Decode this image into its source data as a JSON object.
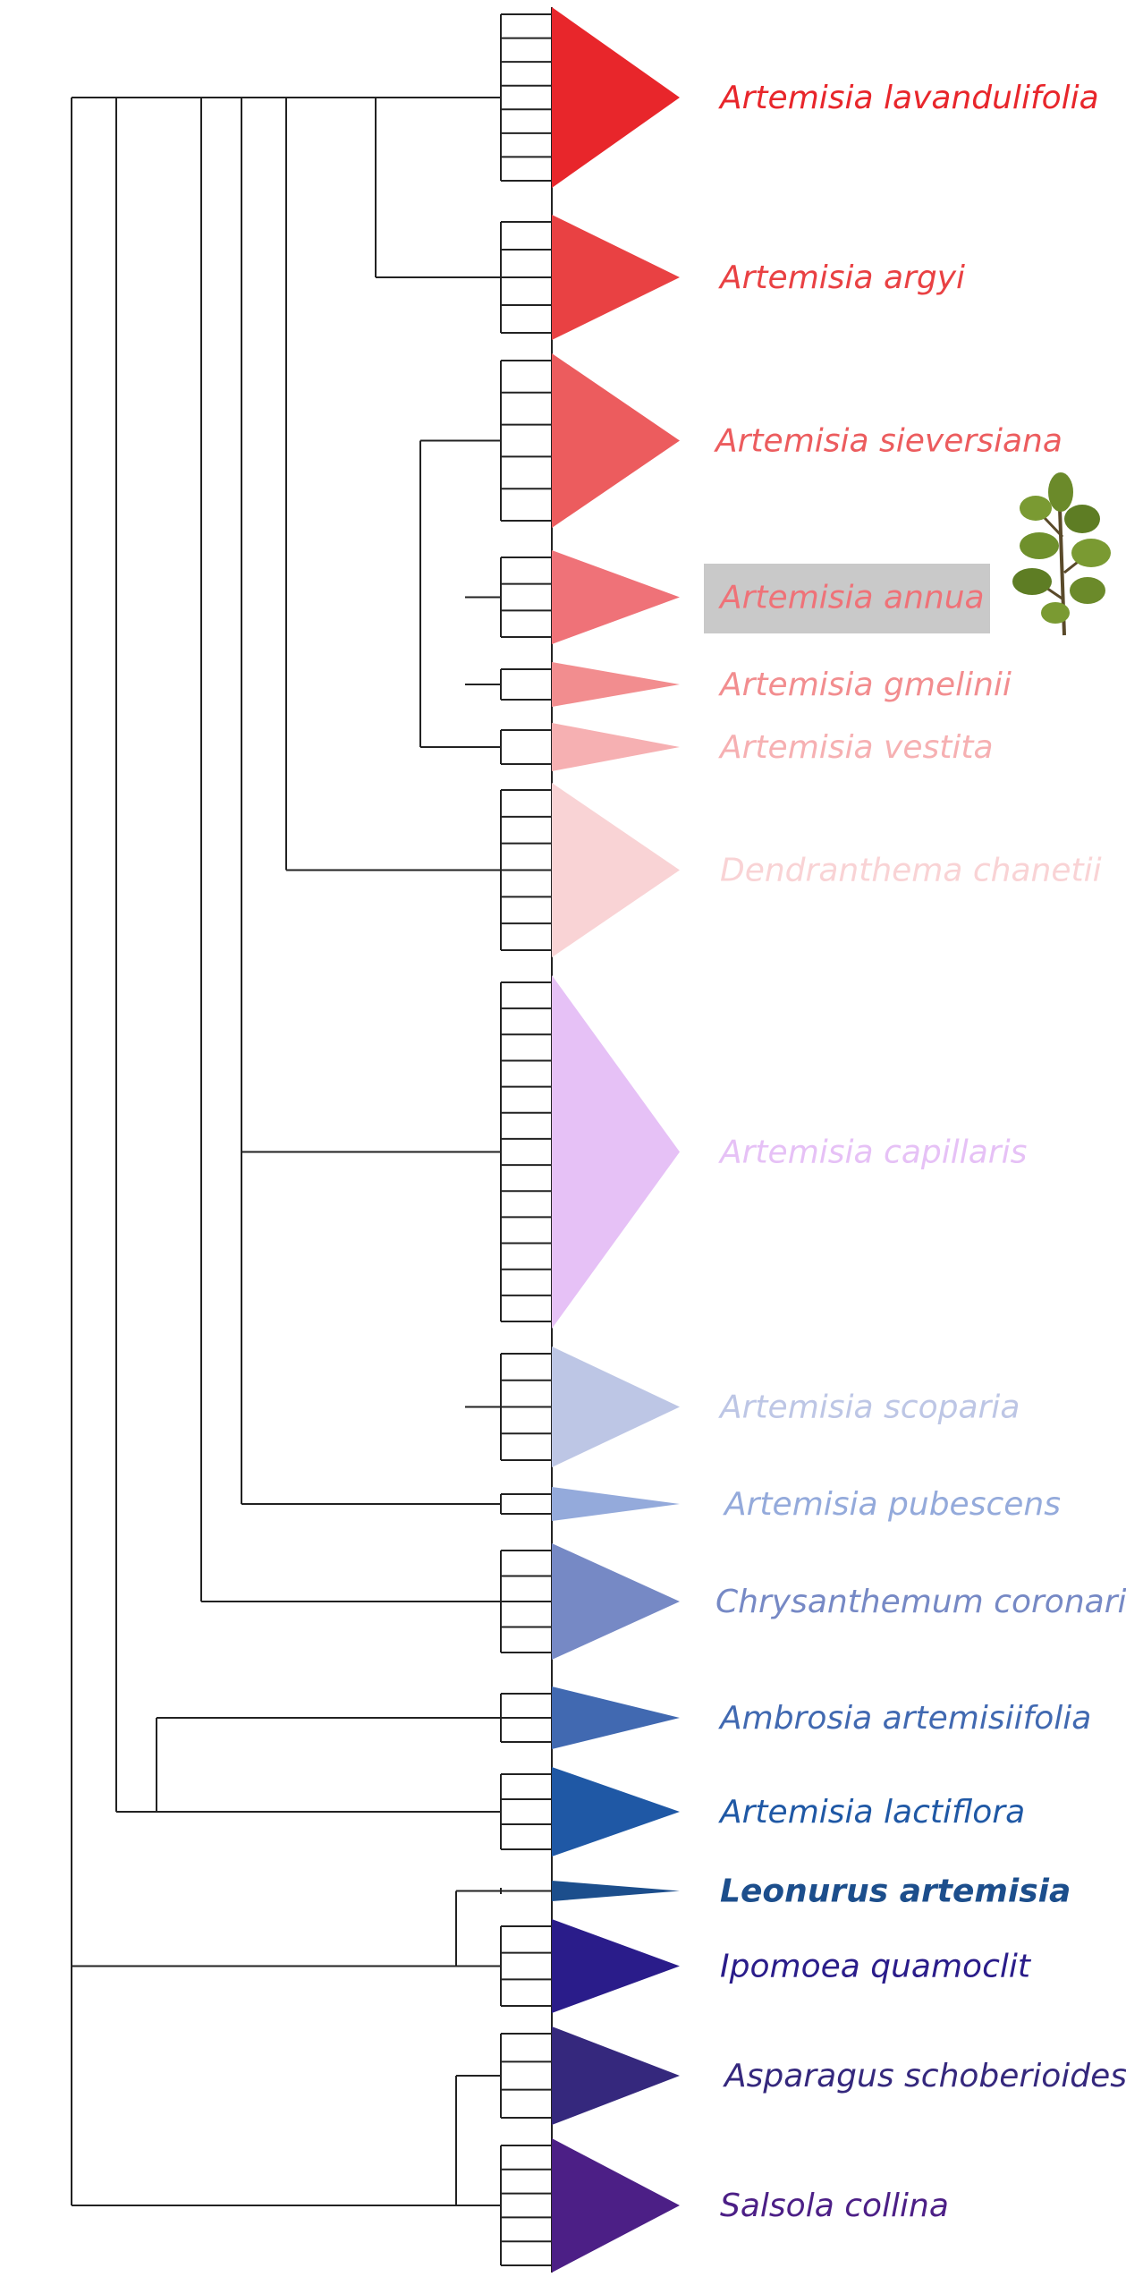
{
  "highlighted_taxon": "Artemisia annua",
  "taxa": [
    {
      "name": "Artemisia lavandulifolia",
      "color": "#e8262b",
      "leaves": 8
    },
    {
      "name": "Artemisia argyi",
      "color": "#e94143",
      "leaves": 5
    },
    {
      "name": "Artemisia sieversiana",
      "color": "#ec5c5e",
      "leaves": 6
    },
    {
      "name": "Artemisia annua",
      "color": "#ef7278",
      "leaves": 4
    },
    {
      "name": "Artemisia gmelinii",
      "color": "#f28d8f",
      "leaves": 2
    },
    {
      "name": "Artemisia vestita",
      "color": "#f6b0b2",
      "leaves": 2
    },
    {
      "name": "Dendranthema chanetii",
      "color": "#f9d3d5",
      "leaves": 7
    },
    {
      "name": "Artemisia capillaris",
      "color": "#e6c1f6",
      "leaves": 14
    },
    {
      "name": "Artemisia scoparia",
      "color": "#bdc6e5",
      "leaves": 5
    },
    {
      "name": "Artemisia pubescens",
      "color": "#94aadb",
      "leaves": 2
    },
    {
      "name": "Chrysanthemum coronarium",
      "color": "#7689c5",
      "leaves": 5
    },
    {
      "name": "Ambrosia artemisiifolia",
      "color": "#4169b1",
      "leaves": 3
    },
    {
      "name": "Artemisia lactiflora",
      "color": "#1f58a5",
      "leaves": 4
    },
    {
      "name": "Leonurus artemisia",
      "color": "#1c4e8c",
      "leaves": 1
    },
    {
      "name": "Ipomoea quamoclit",
      "color": "#2a1c8a",
      "leaves": 4
    },
    {
      "name": "Asparagus schoberioides",
      "color": "#35287d",
      "leaves": 4
    },
    {
      "name": "Salsola collina",
      "color": "#4c1f86",
      "leaves": 6
    }
  ],
  "icons": {
    "plant": "artemisia-sprig-icon"
  }
}
